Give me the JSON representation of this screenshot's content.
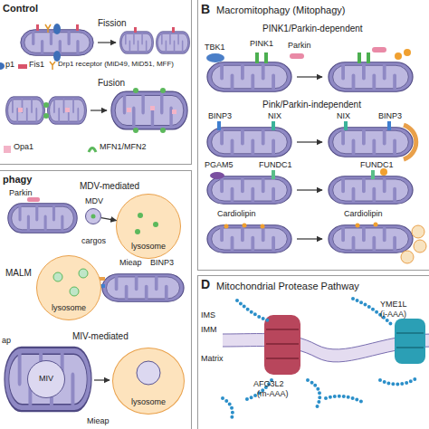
{
  "diagram": {
    "nodes": [
      {
        "text": [
          "Control"
        ]
      },
      {
        "text": [
          "B",
          "Macromitophagy (Mitophagy)"
        ]
      },
      {
        "text": [
          "phagy"
        ]
      },
      {
        "text": [
          "MDV"
        ],
        "in": 2
      },
      {
        "text": [
          "lysosome"
        ],
        "in": 2
      },
      {
        "text": [
          "lysosome"
        ],
        "in": 2
      },
      {
        "text": [
          "MIV"
        ],
        "in": 2
      },
      {
        "text": [
          "lysosome"
        ],
        "in": 2
      },
      {
        "text": [
          "D",
          "Mitochondrial Protease Pathway"
        ]
      }
    ],
    "edges": [
      {
        "from": 3,
        "to": 4,
        "arrow": "to"
      }
    ],
    "labels": [
      "Fission",
      "p1",
      "Drp1 receptor (MiD49, MiD51, MFF)",
      "Fusion",
      "MFN1/MFN2",
      "PINK1/Parkin-dependent",
      "TBK1",
      "PINK1",
      "Parkin",
      "Pink/Parkin-independent",
      "BINP3",
      "NIX",
      "NIX",
      "BINP3",
      "PGAM5",
      "FUNDC1",
      "FUNDC1",
      "Cardiolipin",
      "Cardiolipin",
      "MDV-mediated",
      "Parkin",
      "cargos",
      "MALM",
      "Mieap",
      "BINP3",
      "MIV-mediated",
      "ap",
      "Mieap",
      "IMS",
      "IMM",
      "Matrix",
      "YME1L",
      "(i-AAA)",
      "AFG3L2",
      "(m-AAA)"
    ],
    "legend": [
      {
        "text": "Fis1",
        "color": "#d9536a"
      },
      {
        "text": "Opa1",
        "color": "#f3b3c7"
      }
    ]
  }
}
